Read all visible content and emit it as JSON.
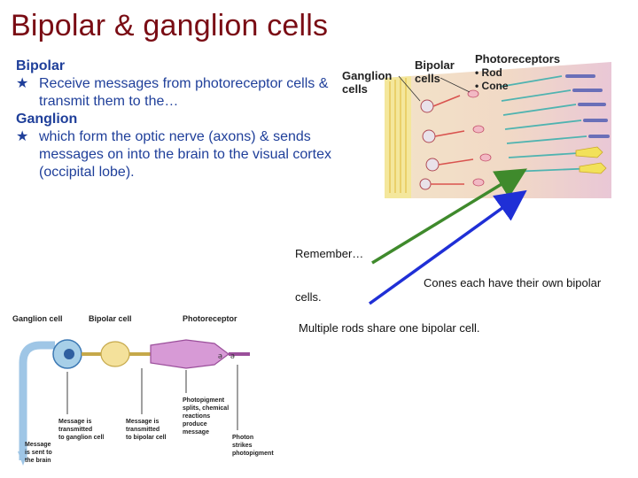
{
  "title": "Bipolar & ganglion cells",
  "bipolar": {
    "heading": "Bipolar",
    "bullet": "Receive messages from photoreceptor cells & transmit them to the…"
  },
  "ganglion": {
    "heading": "Ganglion",
    "bullet": "which form the optic nerve (axons) & sends messages on into the brain to the visual cortex (occipital lobe)."
  },
  "bullet_glyph": "★",
  "notes": {
    "remember": "Remember…",
    "cones": "Cones each have their own bipolar",
    "cells": "cells.",
    "rods": "Multiple rods share one bipolar cell."
  },
  "figure_top": {
    "ganglion_label_1": "Ganglion",
    "ganglion_label_2": "cells",
    "bipolar_label_1": "Bipolar",
    "bipolar_label_2": "cells",
    "photoreceptors_label": "Photoreceptors",
    "rod_label": "• Rod",
    "cone_label": "• Cone"
  },
  "figure_bottom": {
    "ganglion_cell": "Ganglion cell",
    "bipolar_cell": "Bipolar cell",
    "photoreceptor": "Photoreceptor",
    "msg_ganglion": [
      "Message is",
      "transmitted",
      "to ganglion cell"
    ],
    "msg_bipolar": [
      "Message is",
      "transmitted",
      "to bipolar cell"
    ],
    "photopigment": [
      "Photopigment",
      "splits, chemical",
      "reactions",
      "produce",
      "message"
    ],
    "photon": [
      "Photon",
      "strikes",
      "photopigment"
    ],
    "brain": [
      "Message",
      "is sent to",
      "the brain"
    ]
  },
  "colors": {
    "title": "#7a0c14",
    "body": "#1f3f9a",
    "arrow_green": "#3f8a2c",
    "arrow_blue": "#1f2fd6"
  }
}
